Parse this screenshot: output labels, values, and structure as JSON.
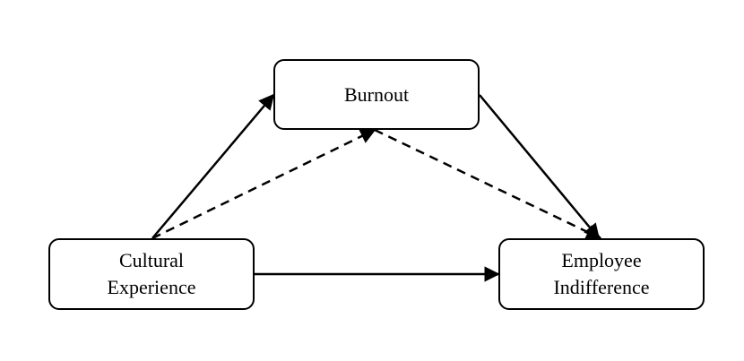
{
  "nodes": {
    "burnout": {
      "lines": [
        "Burnout"
      ]
    },
    "cultural_experience": {
      "lines": [
        "Cultural",
        "Experience"
      ]
    },
    "employee_indifference": {
      "lines": [
        "Employee",
        "Indifference"
      ]
    }
  },
  "edges": [
    {
      "id": "cultural-to-burnout",
      "from": "cultural_experience",
      "to": "burnout",
      "style": "solid"
    },
    {
      "id": "burnout-to-employee",
      "from": "burnout",
      "to": "employee_indifference",
      "style": "solid"
    },
    {
      "id": "cultural-to-employee",
      "from": "cultural_experience",
      "to": "employee_indifference",
      "style": "solid"
    },
    {
      "id": "cultural-to-burnout-path-dashed",
      "from": "cultural_experience",
      "to": "burnout",
      "style": "dashed"
    },
    {
      "id": "burnout-to-employee-path-dashed",
      "from": "burnout",
      "to": "employee_indifference",
      "style": "dashed"
    }
  ],
  "colors": {
    "stroke": "#000000",
    "background": "#ffffff"
  }
}
